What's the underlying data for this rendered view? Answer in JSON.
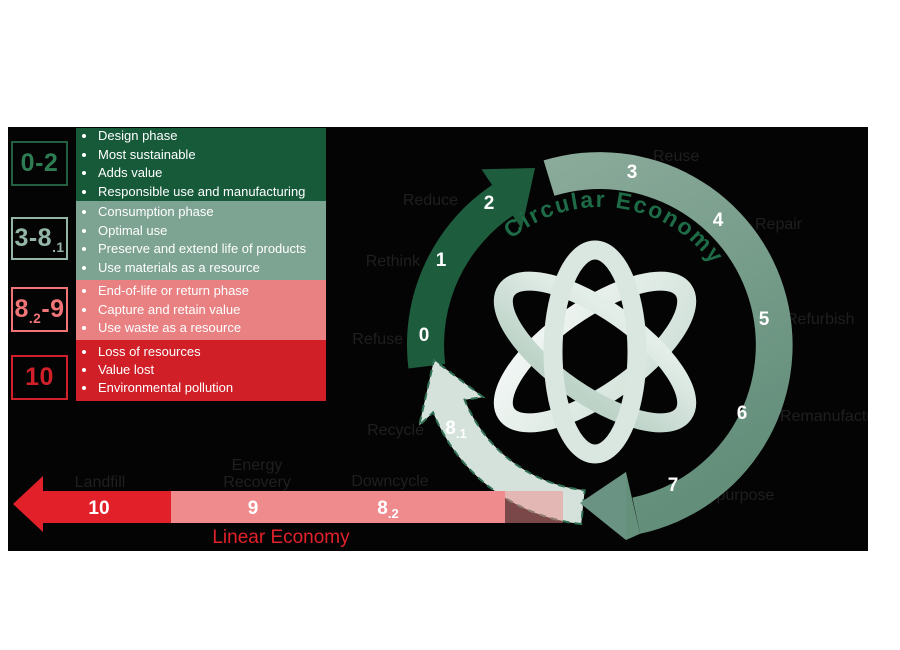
{
  "colors": {
    "background": "#ffffff",
    "panel": "#040404",
    "dark_green": "#175a3a",
    "sage_green": "#7da392",
    "pink": "#e98183",
    "red": "#d01f27",
    "linear_red": "#e2202a",
    "linear_pink": "#ef8b8d",
    "dashed_arrow_fill": "#d4e2db",
    "dash_stroke": "#2f7052",
    "circular_title_green": "#1d6b47",
    "faint_label_gray": "#1f1f1f"
  },
  "legend": {
    "groups": [
      {
        "range": {
          "pre": "0-2",
          "sub": "",
          "post": ""
        },
        "items": [
          "Design phase",
          "Most sustainable",
          "Adds value",
          "Responsible use and manufacturing"
        ]
      },
      {
        "range": {
          "pre": "3-8",
          "sub": ".1",
          "post": ""
        },
        "items": [
          "Consumption phase",
          "Optimal use",
          "Preserve and extend life of products",
          "Use materials as a resource"
        ]
      },
      {
        "range": {
          "pre": "8",
          "sub": ".2",
          "post": "-9"
        },
        "items": [
          "End-of-life or return phase",
          "Capture and retain value",
          "Use waste as a resource"
        ]
      },
      {
        "range": {
          "pre": "10",
          "sub": "",
          "post": ""
        },
        "items": [
          "Loss of resources",
          "Value lost",
          "Environmental pollution"
        ]
      }
    ]
  },
  "circle": {
    "title": "Circular Economy",
    "numbers": {
      "n0": "0",
      "n1": "1",
      "n2": "2",
      "n3": "3",
      "n4": "4",
      "n5": "5",
      "n6": "6",
      "n7": "7"
    },
    "n81": {
      "main": "8",
      "sub": ".1"
    },
    "r_labels": {
      "refuse": "Refuse",
      "rethink": "Rethink",
      "reduce": "Reduce",
      "reuse": "Reuse",
      "repair": "Repair",
      "refurbish": "Refurbish",
      "remanufacture": "Remanufacture",
      "repurpose": "Repurpose",
      "recycle": "Recycle"
    }
  },
  "linear": {
    "title": "Linear Economy",
    "n10": "10",
    "n9": "9",
    "n82": {
      "main": "8",
      "sub": ".2"
    },
    "labels": {
      "landfill": "Landfill",
      "energy": "Energy",
      "recovery": "Recovery",
      "downcycle": "Downcycle"
    }
  }
}
